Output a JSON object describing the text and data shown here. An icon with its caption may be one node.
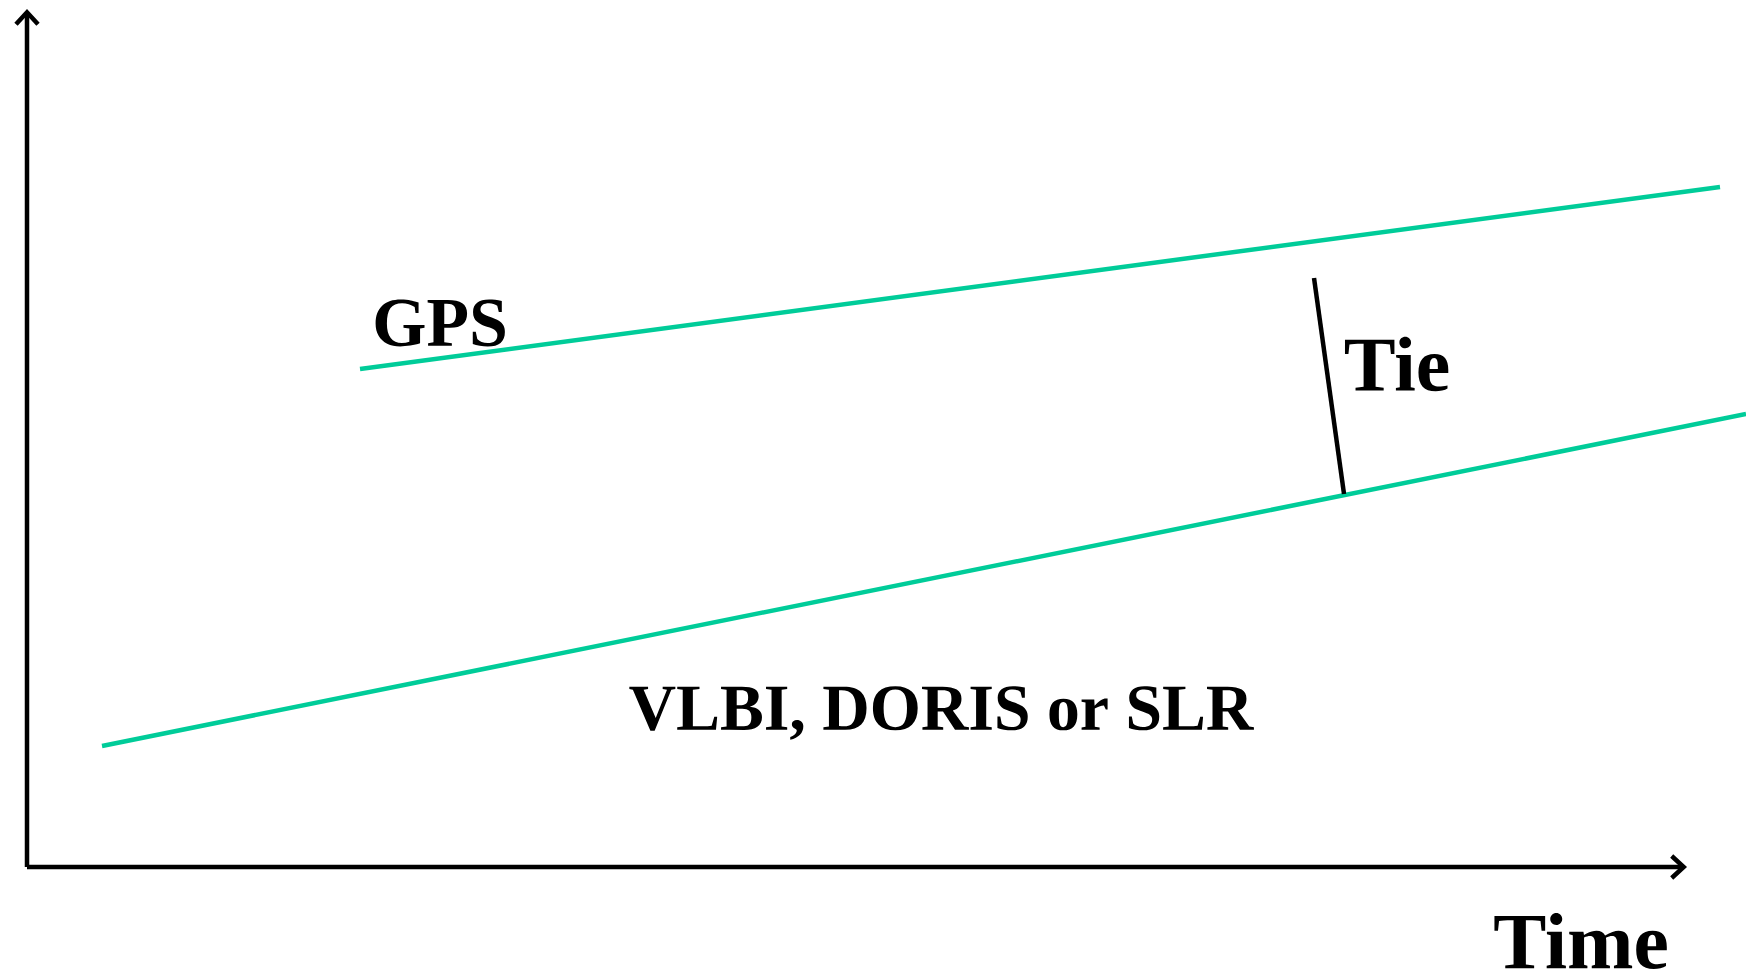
{
  "diagram": {
    "labels": [
      "GPS",
      "Tie",
      "VLBI, DORIS or SLR",
      "Time"
    ]
  }
}
